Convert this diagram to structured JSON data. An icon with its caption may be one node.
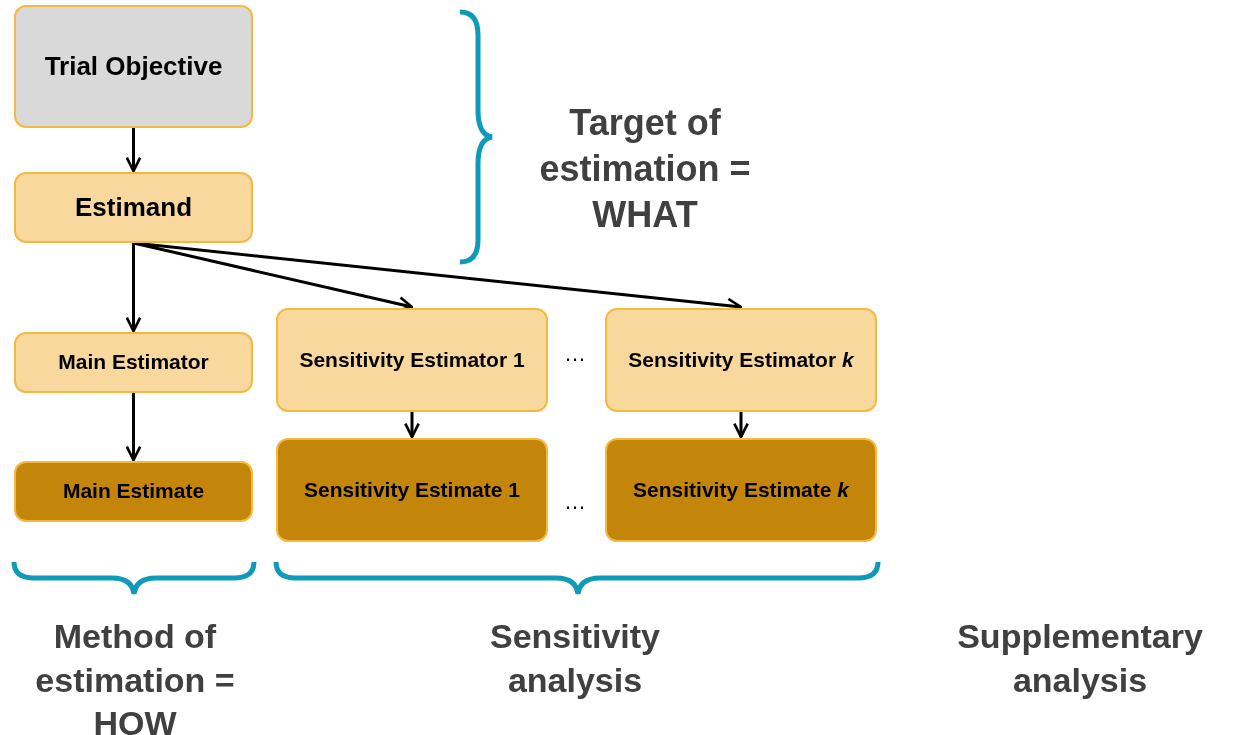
{
  "diagram": {
    "nodes": [
      {
        "text": [
          "Trial Objective"
        ]
      },
      {
        "text": [
          "Estimand"
        ]
      },
      {
        "text": [
          "Main Estimator"
        ]
      },
      {
        "text": [
          "Main Estimate"
        ]
      },
      {
        "text": [
          "Sensitivity Estimator 1"
        ]
      },
      {
        "text": [
          "Sensitivity Estimator *k*"
        ]
      },
      {
        "text": [
          "Sensitivity Estimate 1"
        ]
      },
      {
        "text": [
          "Sensitivity Estimate *k*"
        ]
      }
    ],
    "edges": [
      {
        "from": 0,
        "to": 1,
        "arrow": "to"
      },
      {
        "from": 1,
        "to": 2,
        "arrow": "to"
      },
      {
        "from": 1,
        "to": 4,
        "arrow": "to"
      },
      {
        "from": 1,
        "to": 5,
        "arrow": "to"
      },
      {
        "from": 2,
        "to": 3,
        "arrow": "to"
      },
      {
        "from": 4,
        "to": 6,
        "arrow": "to"
      },
      {
        "from": 5,
        "to": 7,
        "arrow": "to"
      }
    ],
    "labels": [
      "Target of estimation = WHAT",
      "…",
      "…",
      "Method of estimation = HOW",
      "Sensitivity analysis",
      "Supplementary analysis"
    ]
  }
}
